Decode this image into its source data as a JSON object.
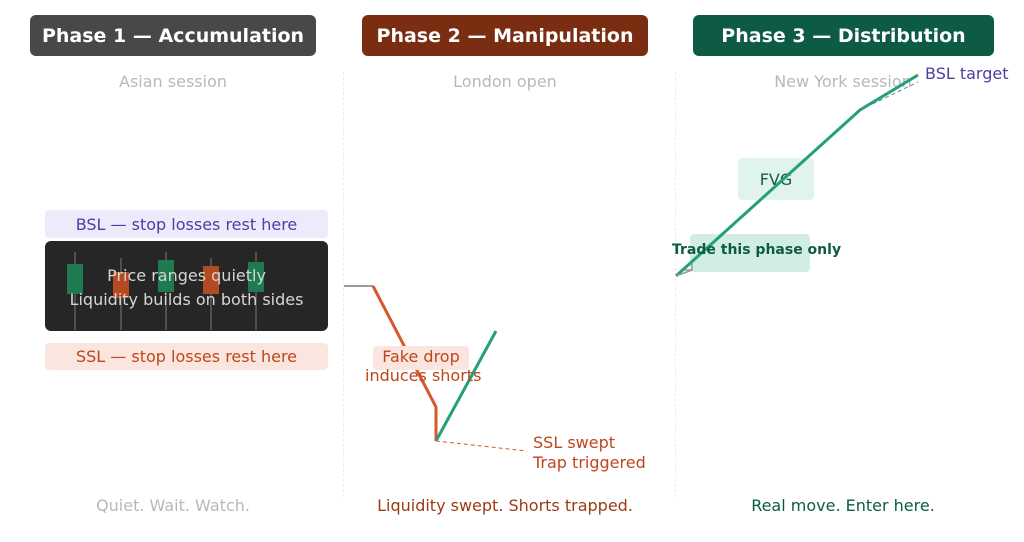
{
  "phases": [
    {
      "title": "Phase 1 — Accumulation",
      "session": "Asian session",
      "footer": "Quiet. Wait. Watch.",
      "color": "#484846",
      "footer_color": "#b8b8b8"
    },
    {
      "title": "Phase 2 — Manipulation",
      "session": "London open",
      "footer": "Liquidity swept. Shorts trapped.",
      "color": "#7b2d12",
      "footer_color": "#9a3b16"
    },
    {
      "title": "Phase 3 — Distribution",
      "session": "New York session",
      "footer": "Real move. Enter here.",
      "color": "#0e5b45",
      "footer_color": "#0e5b45"
    }
  ],
  "accumulation": {
    "bsl_zone": "BSL — stop losses rest here",
    "range_line1": "Price ranges quietly",
    "range_line2": "Liquidity builds on both sides",
    "ssl_zone": "SSL — stop losses rest here"
  },
  "manipulation": {
    "fake_drop_line1": "Fake drop",
    "fake_drop_line2": "induces shorts",
    "sweep_line1": "SSL swept",
    "sweep_line2": "Trap triggered"
  },
  "distribution": {
    "bsl_target": "BSL target",
    "fvg": "FVG",
    "trade_label": "Trade this phase only"
  },
  "colors": {
    "bsl": "#4b3fa0",
    "ssl": "#c0451c",
    "drop_line": "#d8582a",
    "rally_line": "#22a07a",
    "candle_green": "#1f7a52",
    "candle_red": "#b34a22"
  }
}
